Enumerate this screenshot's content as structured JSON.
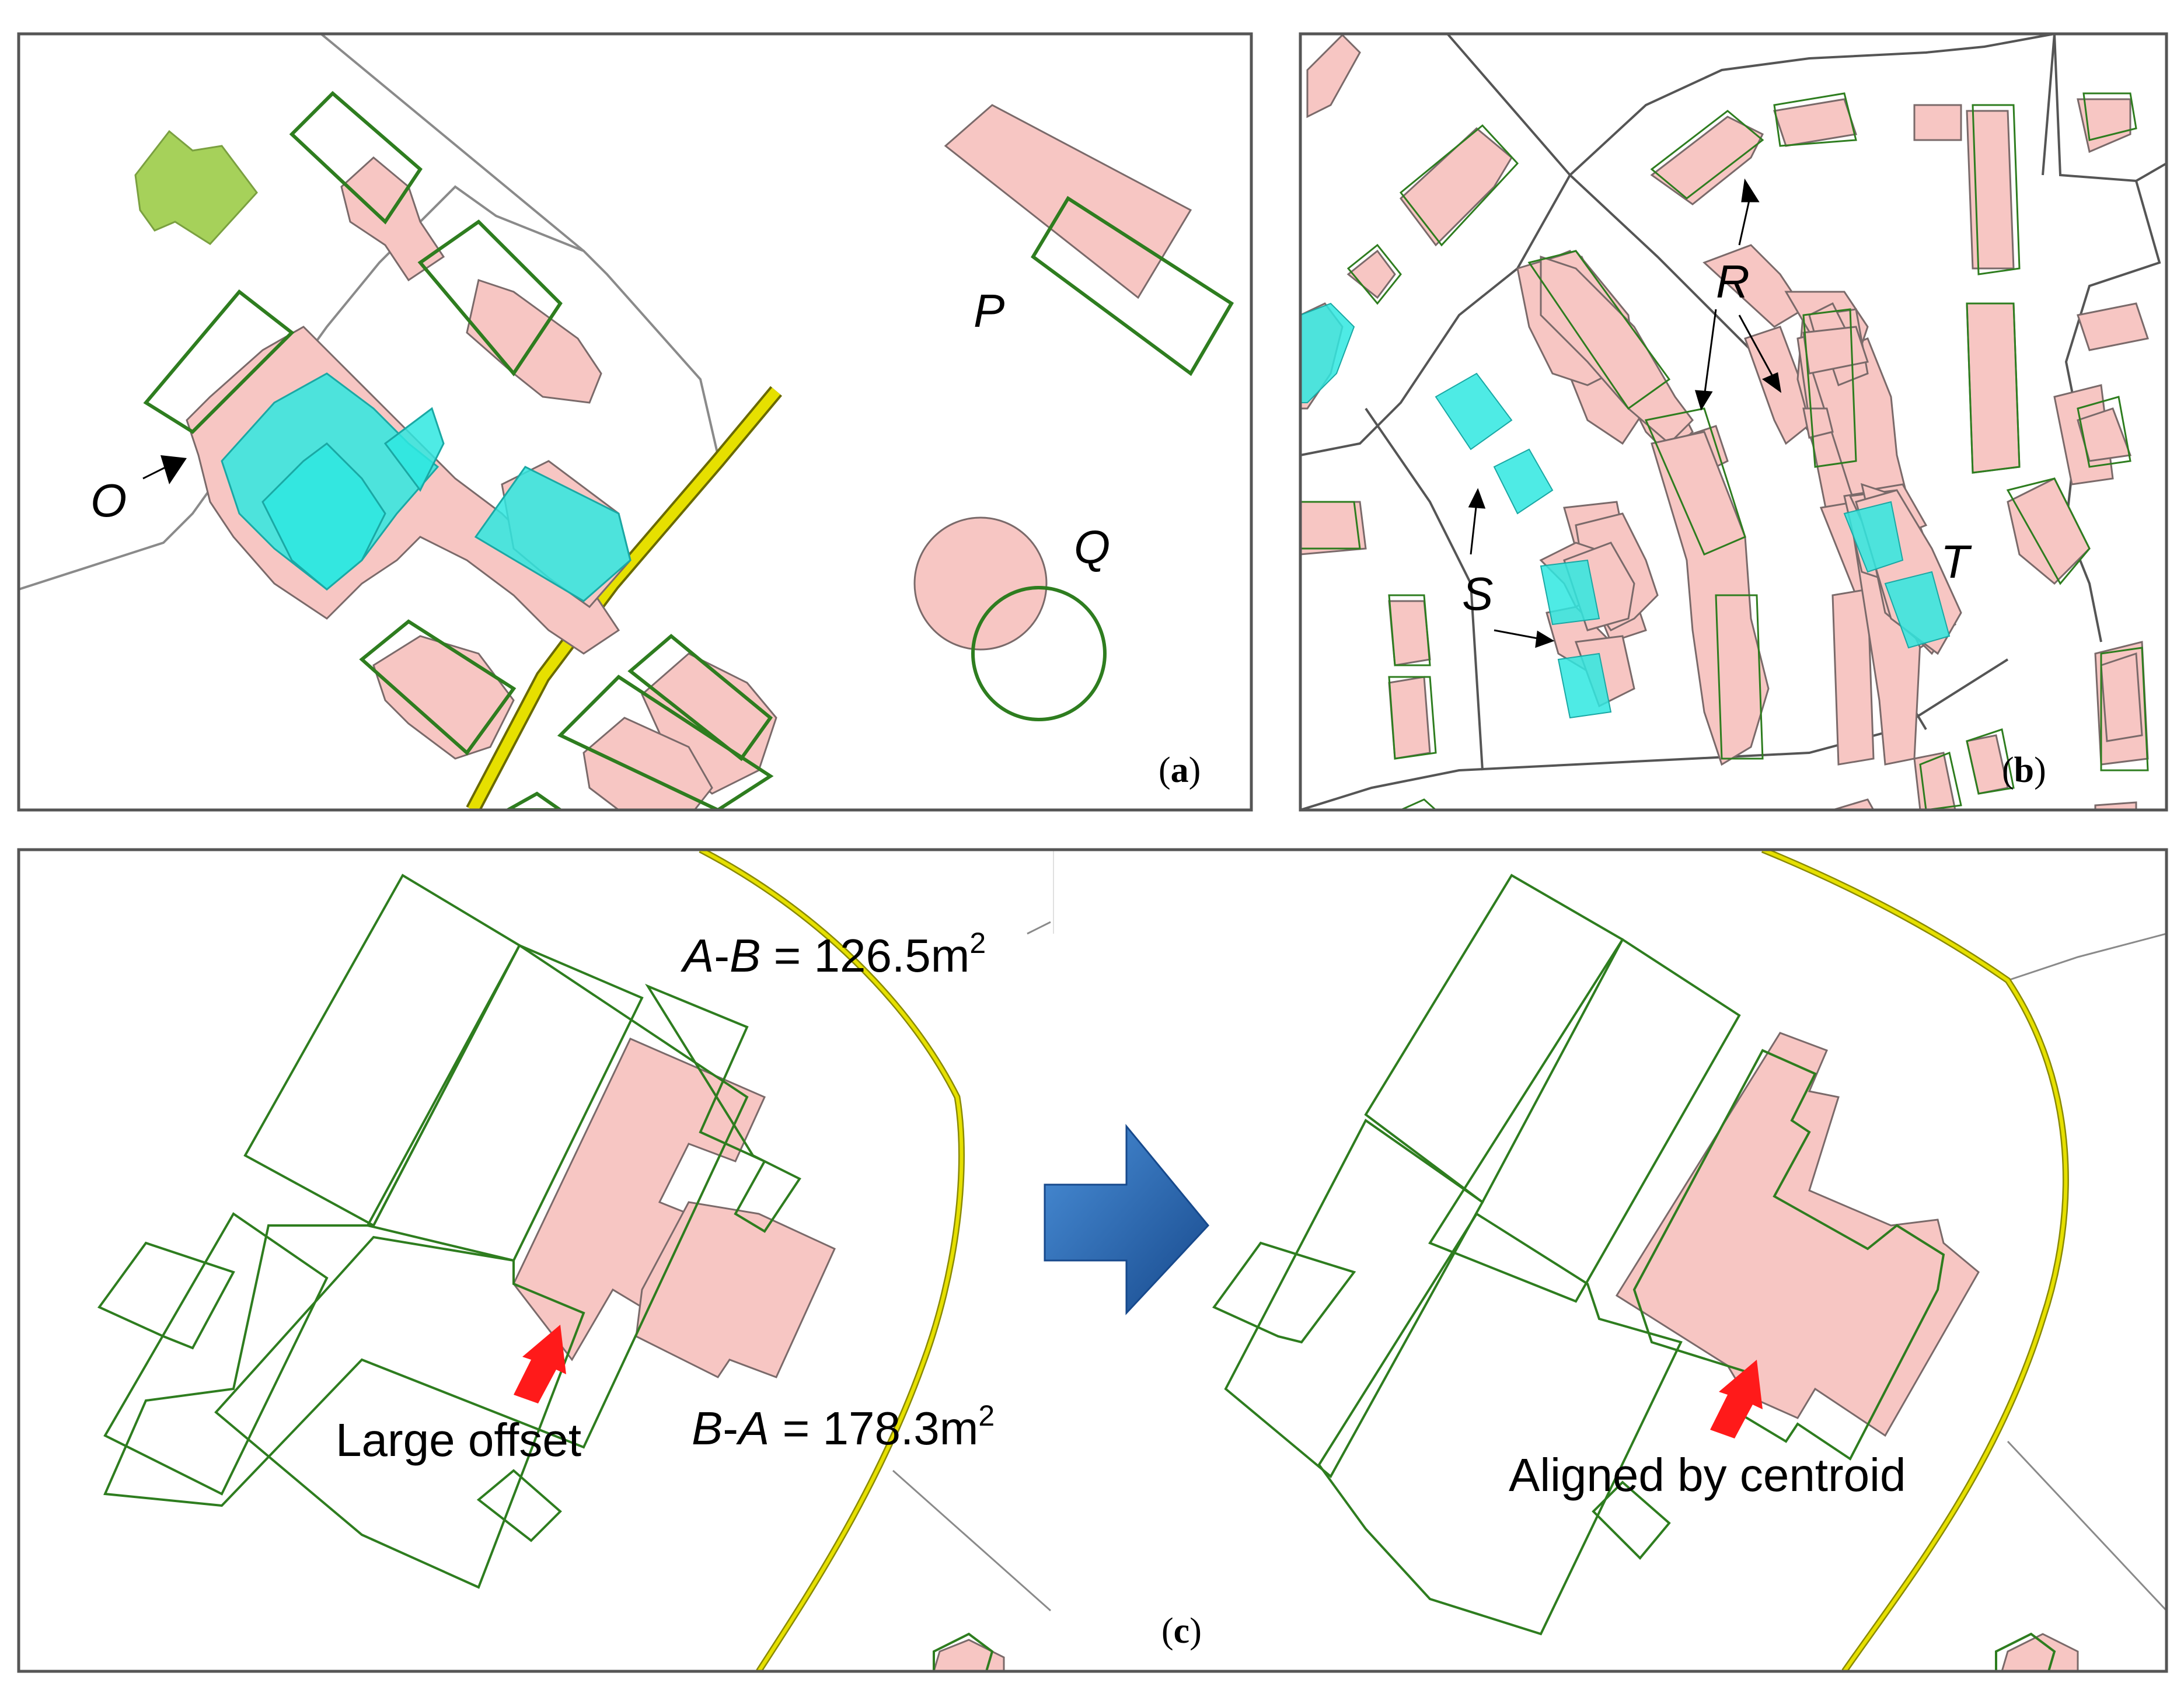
{
  "panels": {
    "a": {
      "tag": "(a)",
      "letter": "a"
    },
    "b": {
      "tag": "(b)",
      "letter": "b"
    },
    "c": {
      "tag": "(c)",
      "letter": "c"
    }
  },
  "labels_a": {
    "O": "O",
    "P": "P",
    "Q": "Q"
  },
  "labels_b": {
    "R": "R",
    "S": "S",
    "T": "T"
  },
  "labels_c": {
    "ab_var_a": "A",
    "ab_dash": "-",
    "ab_var_b": "B",
    "ab_eq": " = 126.5m",
    "ab_sup": "2",
    "ba_var_b": "B",
    "ba_dash": "-",
    "ba_var_a": "A",
    "ba_eq": " = 178.3m",
    "ba_sup": "2",
    "large_offset": "Large offset",
    "aligned": "Aligned by centroid"
  },
  "colors": {
    "building_fill": "#f7c6c3",
    "building_stroke": "#7a6a6a",
    "reference_outline": "#2e7d1f",
    "cyan_overlay": "#2fe8e0",
    "green_building": "#a6d15a",
    "road_yellow": "#e6e000",
    "parcel_line": "#8a8a8a",
    "arrow_blue": "#1f5fa8",
    "arrow_red": "#ff1a1a"
  }
}
